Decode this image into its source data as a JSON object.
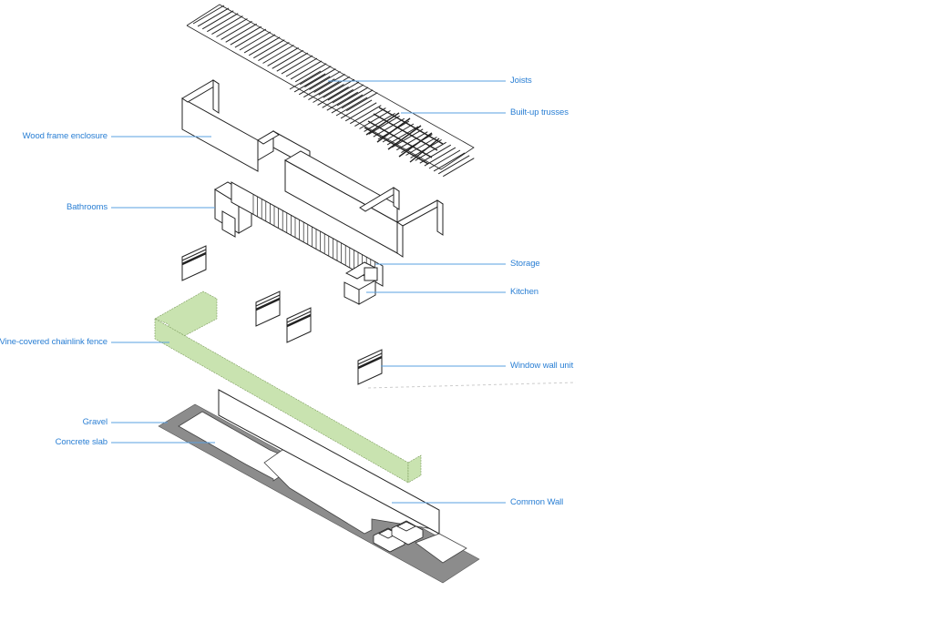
{
  "labels": {
    "joists": "Joists",
    "built_up_trusses": "Built-up trusses",
    "wood_frame_enclosure": "Wood frame enclosure",
    "bathrooms": "Bathrooms",
    "storage": "Storage",
    "kitchen": "Kitchen",
    "vine_fence": "Vine-covered chainlink fence",
    "window_wall_unit": "Window wall unit",
    "gravel": "Gravel",
    "concrete_slab": "Concrete slab",
    "common_wall": "Common Wall"
  },
  "colors": {
    "label": "#2a7fd4",
    "leader": "#5aa0e0",
    "line": "#222222",
    "gravel": "#8c8c8c",
    "fence": "#c9e3b0"
  }
}
